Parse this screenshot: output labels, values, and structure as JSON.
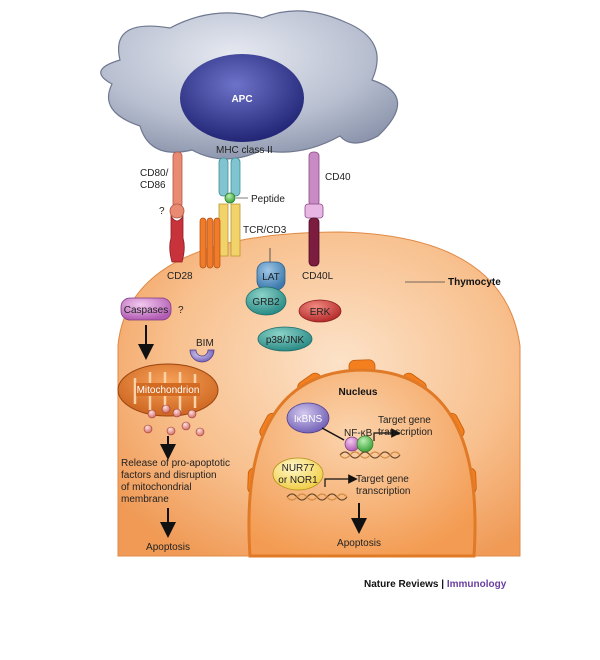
{
  "cells": {
    "apc": "APC",
    "thymocyte": "Thymocyte",
    "nucleus": "Nucleus"
  },
  "receptors": {
    "cd80_cd86": [
      "CD80/",
      "CD86"
    ],
    "unknown_ligand": "?",
    "mhc_class_ii": "MHC class II",
    "peptide": "Peptide",
    "tcr_cd3": "TCR/CD3",
    "cd40": "CD40",
    "cd28": "CD28",
    "cd40l": "CD40L"
  },
  "signalling": {
    "lat": "LAT",
    "grb2": "GRB2",
    "erk": "ERK",
    "p38_jnk": "p38/JNK",
    "caspases": "Caspases",
    "caspases_unknown": "?",
    "bim": "BIM",
    "mitochondrion": "Mitochondrion",
    "release_text": [
      "Release of pro-apoptotic",
      "factors and disruption",
      "of mitochondrial",
      "membrane"
    ],
    "apoptosis_left": "Apoptosis"
  },
  "nuclear": {
    "ikbns": "IκBNS",
    "nfkb": "NF-κB",
    "target_gene_1": [
      "Target gene",
      "transcription"
    ],
    "nur77": [
      "NUR77",
      "or NOR1"
    ],
    "target_gene_2": [
      "Target gene",
      "transcription"
    ],
    "apoptosis_right": "Apoptosis"
  },
  "credit": {
    "publisher": "Nature Reviews",
    "separator": "|",
    "journal": "Immunology"
  },
  "colors": {
    "apc_fill": "#9aa3b8",
    "apc_nucleus": "#2b2f8a",
    "thymocyte_fill": "#f6b27a",
    "nucleus_fill": "#f79c4d",
    "journal_purple": "#6b3fa0"
  }
}
